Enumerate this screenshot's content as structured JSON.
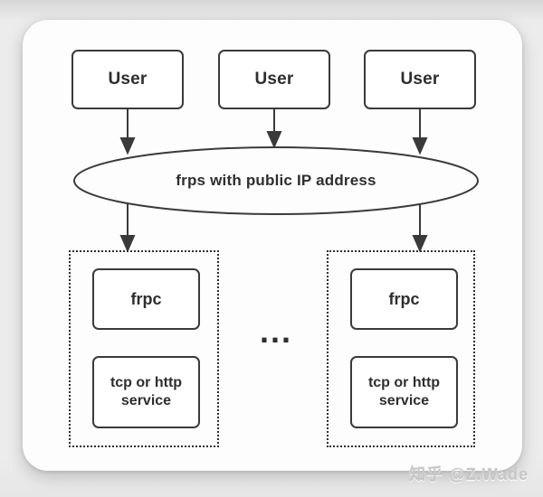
{
  "diagram": {
    "users": [
      {
        "label": "User"
      },
      {
        "label": "User"
      },
      {
        "label": "User"
      }
    ],
    "server": {
      "label": "frps with public IP address"
    },
    "clients": [
      {
        "frpc_label": "frpc",
        "service_label": "tcp or http service"
      },
      {
        "frpc_label": "frpc",
        "service_label": "tcp or http service"
      }
    ],
    "more_indicator": "...",
    "colors": {
      "line": "#3a3a3a",
      "text": "#2e2e2e",
      "card_background": "#fdfdfd",
      "page_background": "#ececec",
      "watermark": "#c6c6c6"
    }
  },
  "watermark": {
    "text": "知乎 @Z.Wade"
  }
}
